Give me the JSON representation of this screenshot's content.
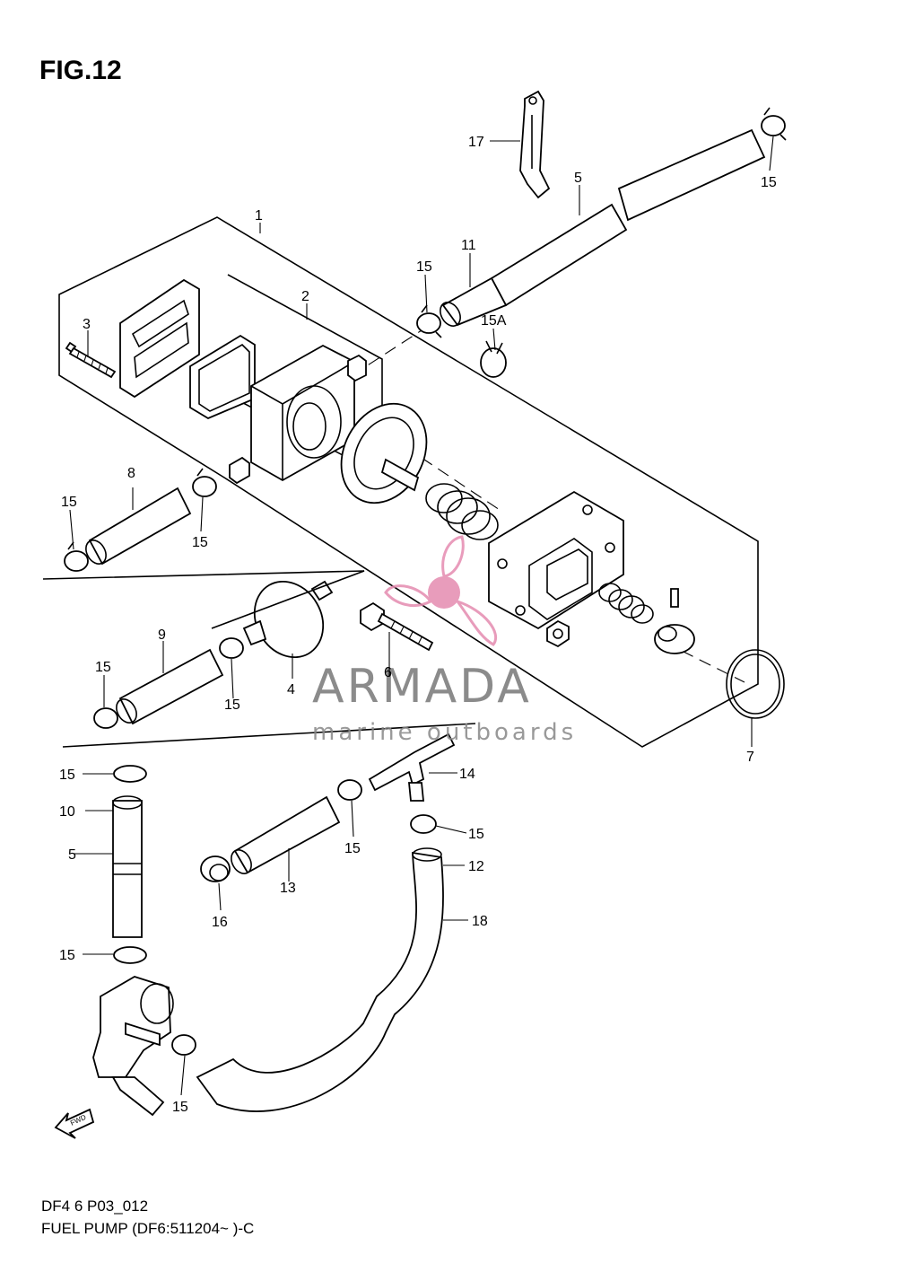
{
  "figure": {
    "title": "FIG.12",
    "code": "DF4 6 P03_012",
    "description": "FUEL PUMP (DF6:511204~ )-C",
    "fwd_label": "FWD"
  },
  "watermark": {
    "brand": "ARMADA",
    "tagline": "marine outboards",
    "logo_color": "#e58bb0"
  },
  "callouts": [
    {
      "id": "c1",
      "label": "1"
    },
    {
      "id": "c2",
      "label": "2"
    },
    {
      "id": "c3",
      "label": "3"
    },
    {
      "id": "c4",
      "label": "4"
    },
    {
      "id": "c5a",
      "label": "5"
    },
    {
      "id": "c5b",
      "label": "5"
    },
    {
      "id": "c6",
      "label": "6"
    },
    {
      "id": "c7",
      "label": "7"
    },
    {
      "id": "c8",
      "label": "8"
    },
    {
      "id": "c9",
      "label": "9"
    },
    {
      "id": "c10",
      "label": "10"
    },
    {
      "id": "c11",
      "label": "11"
    },
    {
      "id": "c12",
      "label": "12"
    },
    {
      "id": "c13",
      "label": "13"
    },
    {
      "id": "c14",
      "label": "14"
    },
    {
      "id": "c15a",
      "label": "15"
    },
    {
      "id": "c15b",
      "label": "15"
    },
    {
      "id": "c15c",
      "label": "15"
    },
    {
      "id": "c15d",
      "label": "15"
    },
    {
      "id": "c15e",
      "label": "15"
    },
    {
      "id": "c15f",
      "label": "15"
    },
    {
      "id": "c15g",
      "label": "15"
    },
    {
      "id": "c15h",
      "label": "15"
    },
    {
      "id": "c15i",
      "label": "15"
    },
    {
      "id": "c15j",
      "label": "15"
    },
    {
      "id": "c15k",
      "label": "15"
    },
    {
      "id": "c15A",
      "label": "15A"
    },
    {
      "id": "c16",
      "label": "16"
    },
    {
      "id": "c17",
      "label": "17"
    },
    {
      "id": "c18",
      "label": "18"
    }
  ]
}
